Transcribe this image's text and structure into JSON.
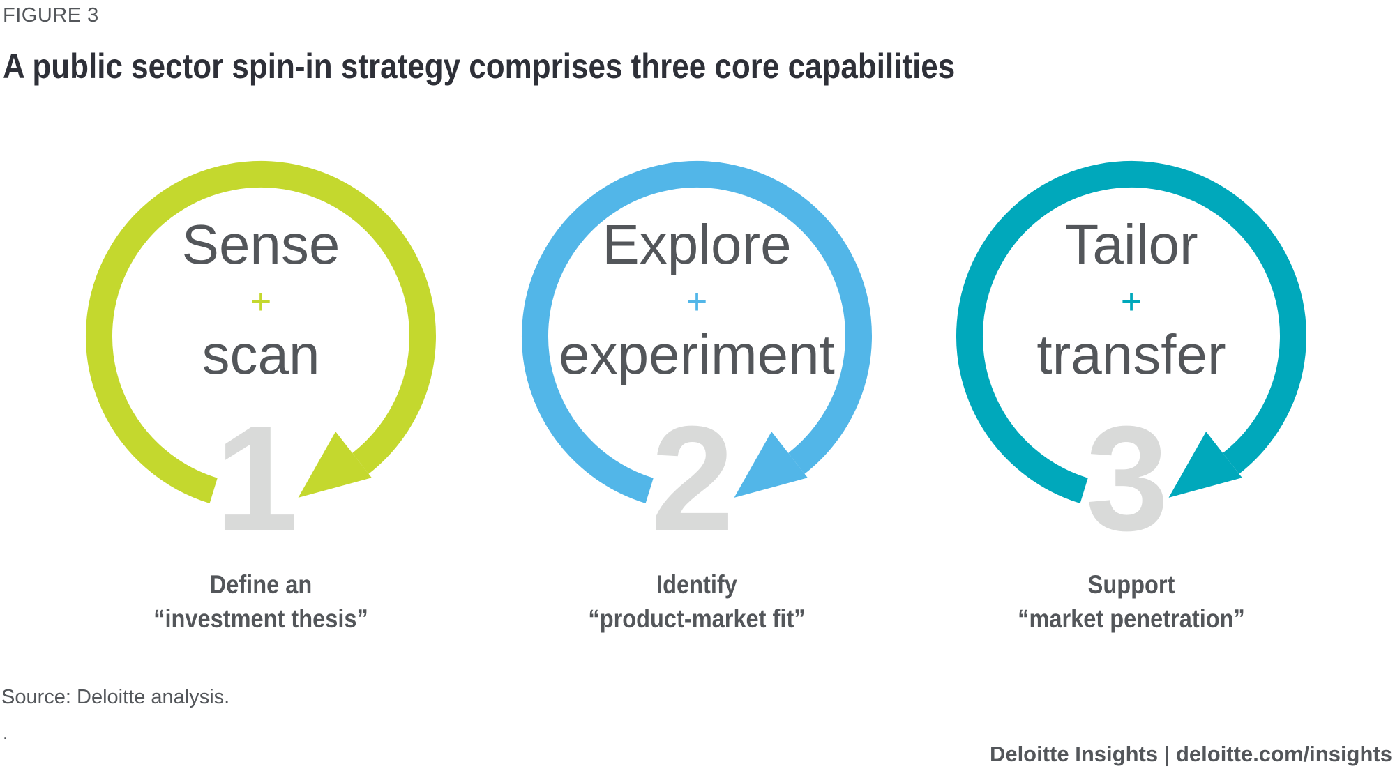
{
  "figure_label": "FIGURE 3",
  "title": "A public sector spin-in strategy comprises three core capabilities",
  "capabilities": [
    {
      "number": "1",
      "word1": "Sense",
      "plus": "+",
      "word2": "scan",
      "caption_line1": "Define an",
      "caption_line2": "“investment thesis”",
      "color": "#C4D82E"
    },
    {
      "number": "2",
      "word1": "Explore",
      "plus": "+",
      "word2": "experiment",
      "caption_line1": "Identify",
      "caption_line2": "“product-market fit”",
      "color": "#52B6E8"
    },
    {
      "number": "3",
      "word1": "Tailor",
      "plus": "+",
      "word2": "transfer",
      "caption_line1": "Support",
      "caption_line2": "“market penetration”",
      "color": "#00A8BB"
    }
  ],
  "source": "Source: Deloitte analysis.",
  "dot": ".",
  "footer": "Deloitte Insights | deloitte.com/insights",
  "colors": {
    "text": "#53565A",
    "number": "#D9DAD9"
  }
}
